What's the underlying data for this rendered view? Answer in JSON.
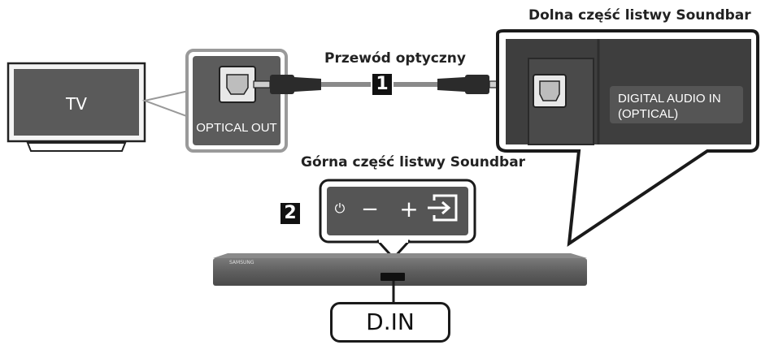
{
  "labels": {
    "soundbar_bottom": "Dolna część listwy Soundbar",
    "optical_cable": "Przewód optyczny",
    "soundbar_top": "Górna część listwy Soundbar"
  },
  "steps": {
    "one": "1",
    "two": "2"
  },
  "tv": {
    "label": "TV"
  },
  "tv_port": {
    "label": "OPTICAL OUT"
  },
  "soundbar_port": {
    "label_line1": "DIGITAL AUDIO IN",
    "label_line2": "(OPTICAL)"
  },
  "soundbar": {
    "brand": "SAMSUNG",
    "display": "D.IN"
  },
  "controls": {
    "power": "⏻",
    "minus": "−",
    "plus": "+"
  },
  "colors": {
    "panel": "#5a5a5a",
    "outline": "#1a1a1a",
    "cable": "#8a8a8a",
    "plug": "#2b2b2b"
  }
}
